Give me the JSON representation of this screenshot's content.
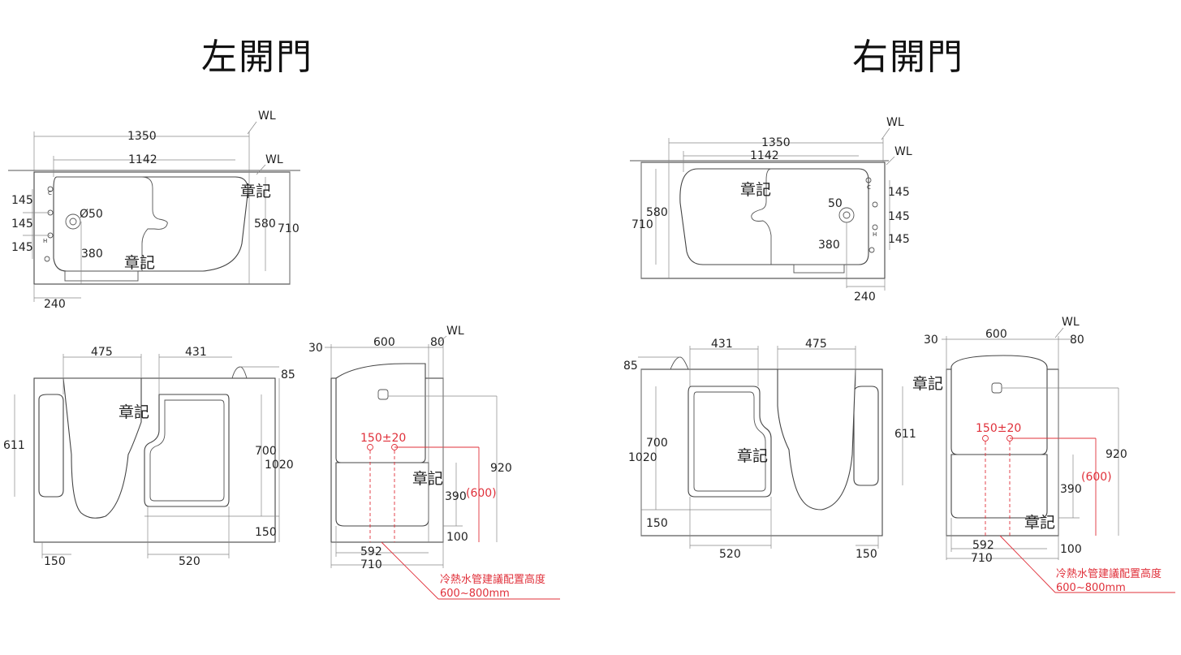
{
  "titles": {
    "left": "左開門",
    "right": "右開門"
  },
  "labels": {
    "wl": "WL",
    "stamp": "章記",
    "cold": "C",
    "hot": "H"
  },
  "left_top": {
    "d1350": "1350",
    "d1142": "1142",
    "d145a": "145",
    "d145b": "145",
    "d145c": "145",
    "dia50": "Ø50",
    "d380": "380",
    "d580": "580",
    "d710": "710",
    "d240": "240"
  },
  "left_front": {
    "d475": "475",
    "d431": "431",
    "d85": "85",
    "d611": "611",
    "d700": "700",
    "d1020": "1020",
    "d150r": "150",
    "d150b": "150",
    "d520": "520"
  },
  "left_side": {
    "d30": "30",
    "d600": "600",
    "d80": "80",
    "pipe": "150±20",
    "d920": "920",
    "d390": "390",
    "p600": "(600)",
    "d100": "100",
    "d592": "592",
    "d710": "710"
  },
  "right_top": {
    "d1350": "1350",
    "d1142": "1142",
    "d580": "580",
    "d710": "710",
    "d50": "50",
    "d380": "380",
    "d145a": "145",
    "d145b": "145",
    "d145c": "145",
    "d240": "240"
  },
  "right_front": {
    "d431": "431",
    "d475": "475",
    "d85": "85",
    "d700": "700",
    "d1020": "1020",
    "d611": "611",
    "d150l": "150",
    "d520": "520",
    "d150b": "150"
  },
  "right_side": {
    "d30": "30",
    "d600": "600",
    "d80": "80",
    "pipe": "150±20",
    "d920": "920",
    "d390": "390",
    "p600": "(600)",
    "d100": "100",
    "d592": "592",
    "d710": "710"
  },
  "note": {
    "line1": "冷熱水管建議配置高度",
    "line2": "600~800mm"
  }
}
